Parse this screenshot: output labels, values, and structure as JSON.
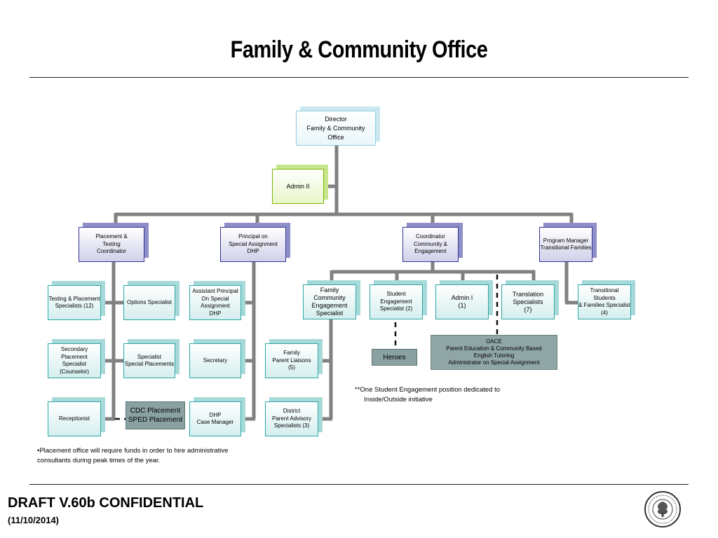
{
  "title": "Family & Community Office",
  "director": "Director\nFamily & Community\nOffice",
  "admin2": "Admin II",
  "managers": {
    "placement": "Placement  &\nTesting\nCoordinator",
    "principal": "Principal on\nSpecial Assignment\nDHP",
    "coordinator": "Coordinator\nCommunity &\nEngagement",
    "program_manager": "Program Manager\nTransitional Families"
  },
  "placement_staff": {
    "testing_specialists": "Testing & Placement\nSpecialists (12)",
    "options_specialist": "Options Specialist",
    "secondary_specialist": "Secondary Placement\nSpecialist (Counselor)",
    "specialist_placements": "Specialist\nSpecial Placements",
    "receptionist": "Receptionist",
    "cdc_sped": "CDC Placement\nSPED Placement"
  },
  "dhp_staff": {
    "assistant_principal": "Assistant Principal\nOn Special Assignment\nDHP",
    "secretary": "Secretary",
    "case_manager": "DHP\nCase Manager"
  },
  "engagement_staff": {
    "family_specialist": "Family Community\nEngagement\nSpecialist",
    "student_specialist": "Student\nEngagement\nSpecialist (2)",
    "admin1": "Admin I\n(1)",
    "translation": "Translation\nSpecialists\n(7)",
    "liaisons": "Family\nParent Liaisons\n(5)",
    "advisory": "District\nParent Advisory\nSpecialists (3)",
    "heroes": "Heroes",
    "oace": "OACE\nParent Education & Community Based\nEnglish Tutoring\nAdministrator on Special Assignment"
  },
  "transitional_staff": {
    "transitional_specialist": "Transitional Students\n& Families Specialist\n(4)"
  },
  "notes": {
    "student_engagement_note": "**One Student Engagement position dedicated to\n     Inside/Outside initiative",
    "placement_funds_note": "•Placement office will require funds in order to hire administrative\nconsultants during peak times of the year."
  },
  "footer": {
    "draft": "DRAFT V.60b CONFIDENTIAL",
    "date": "(11/10/2014)"
  },
  "colors": {
    "connector": "#808080",
    "teal_border": "#2aa7a7",
    "purple_border": "#343496",
    "green_border": "#7ab800",
    "gray_box": "#8aa1a1"
  }
}
